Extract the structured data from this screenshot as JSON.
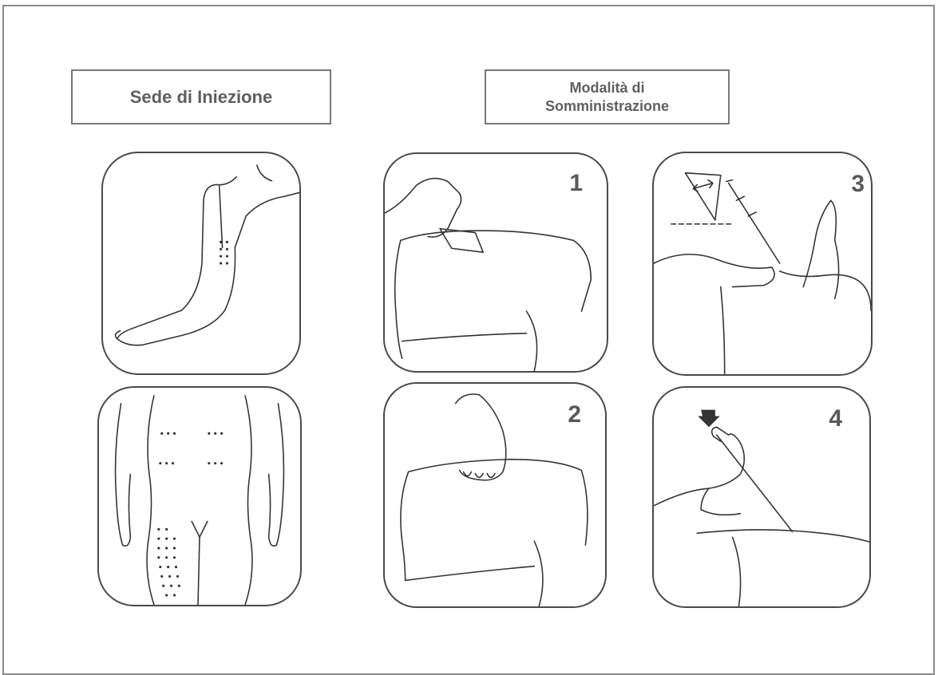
{
  "headers": {
    "injection_site": "Sede di Iniezione",
    "administration_line1": "Modalità di",
    "administration_line2": "Somministrazione"
  },
  "steps": [
    {
      "number": "1"
    },
    {
      "number": "2"
    },
    {
      "number": "3"
    },
    {
      "number": "4"
    }
  ]
}
